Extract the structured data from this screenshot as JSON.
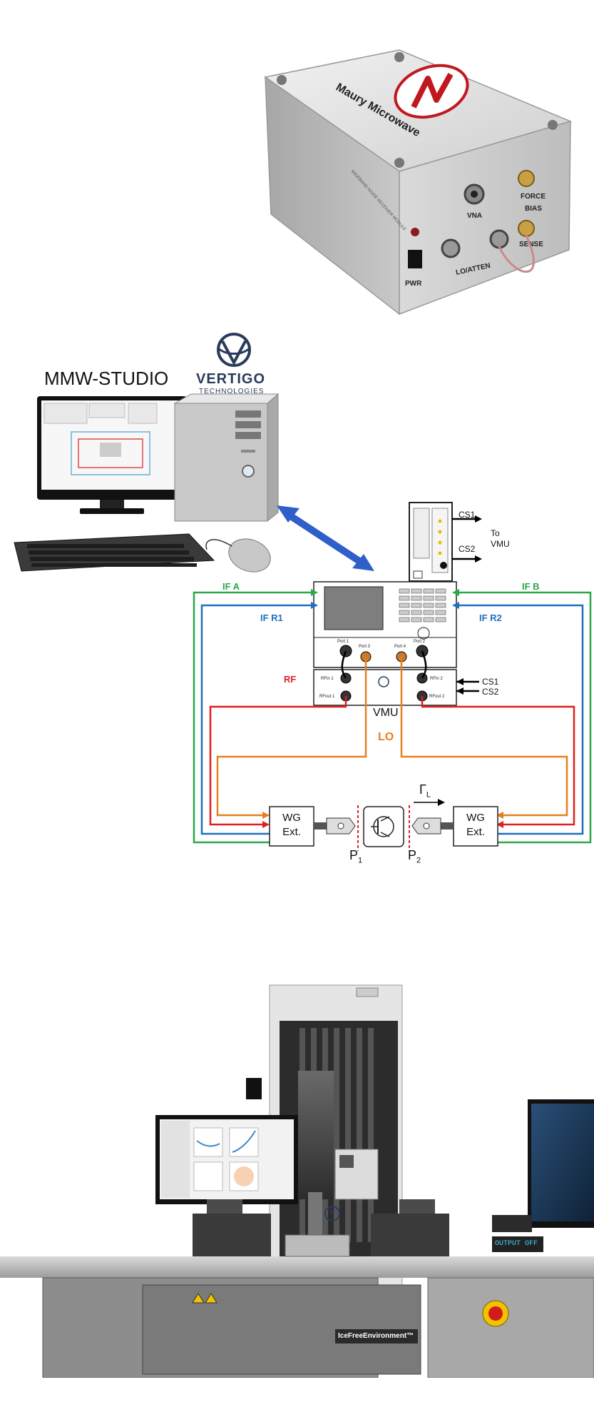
{
  "top_box": {
    "brand": "Maury Microwave",
    "ports": {
      "vna": "VNA",
      "force": "FORCE",
      "bias": "BIAS",
      "sense": "SENSE",
      "pwr": "PWR",
      "lo_atten": "LO/ATTEN"
    },
    "panel_text": "WIDEBAND NOISE RECEIVER MODULE"
  },
  "diagram": {
    "software_title": "MMW-STUDIO",
    "vendor_name": "VERTIGO",
    "vendor_sub": "TECHNOLOGIES",
    "cs1": "CS1",
    "cs2": "CS2",
    "to_vmu": "To\nVMU",
    "if_a": "IF A",
    "if_b": "IF B",
    "if_r1": "IF R1",
    "if_r2": "IF R2",
    "rf": "RF",
    "lo": "LO",
    "vmu": "VMU",
    "wg_ext": "WG\nExt.",
    "gamma": "Γ",
    "gamma_sub": "L",
    "p1": "P",
    "p1_sub": "1",
    "p2": "P",
    "p2_sub": "2",
    "vna_ports": [
      "Port 1",
      "Port 3",
      "Port 4",
      "Port 2"
    ],
    "vmu_ports": [
      "RFin 1",
      "RFout 1",
      "RFin 2",
      "RFout 2"
    ],
    "cs1_right": "CS1",
    "cs2_right": "CS2"
  },
  "photo": {
    "brand_label": "IceFreeEnvironment™",
    "readout": "OUTPUT OFF",
    "logo_text": "V"
  },
  "colors": {
    "green": "#2aa84a",
    "blue": "#1f6fc0",
    "red": "#e02020",
    "orange": "#e5801e",
    "arrow_blue": "#2f5fc8",
    "vertigo_navy": "#2a3b5c"
  }
}
